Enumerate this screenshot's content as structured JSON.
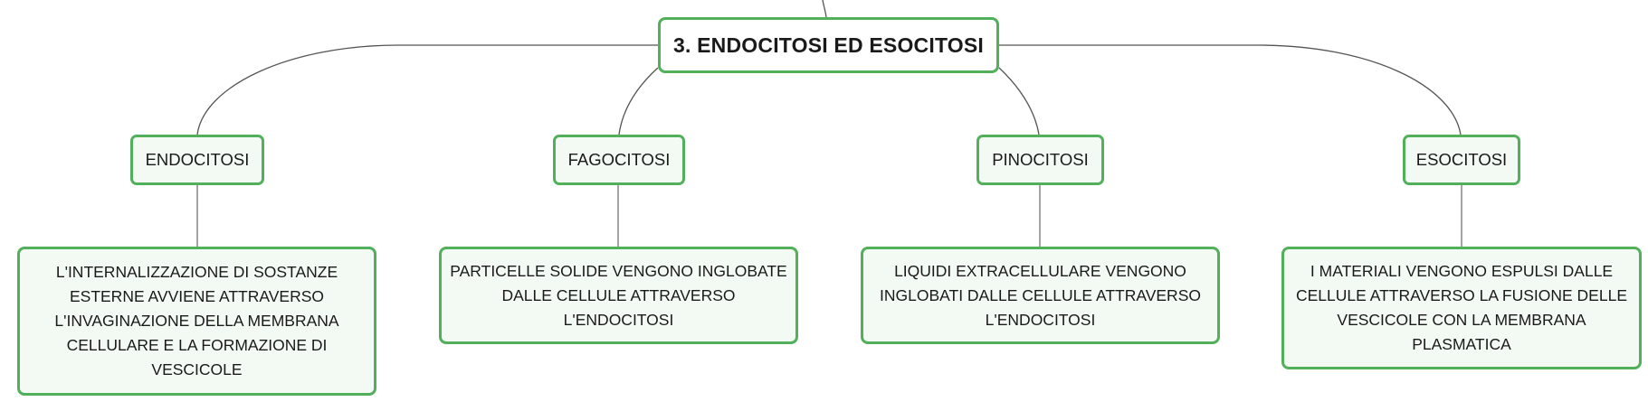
{
  "root": {
    "label": "3. ENDOCITOSI ED ESOCITOSI"
  },
  "topics": [
    {
      "id": "endocitosi",
      "label": "ENDOCITOSI",
      "detail": "L'INTERNALIZZAZIONE DI SOSTANZE ESTERNE AVVIENE ATTRAVERSO L'INVAGINAZIONE DELLA MEMBRANA CELLULARE E LA FORMAZIONE DI VESCICOLE"
    },
    {
      "id": "fagocitosi",
      "label": "FAGOCITOSI",
      "detail": "PARTICELLE SOLIDE VENGONO INGLOBATE DALLE CELLULE ATTRAVERSO L'ENDOCITOSI"
    },
    {
      "id": "pinocitosi",
      "label": "PINOCITOSI",
      "detail": "LIQUIDI EXTRACELLULARE VENGONO INGLOBATI DALLE CELLULE ATTRAVERSO L'ENDOCITOSI"
    },
    {
      "id": "esocitosi",
      "label": "ESOCITOSI",
      "detail": "I MATERIALI VENGONO ESPULSI DALLE CELLULE ATTRAVERSO LA FUSIONE DELLE VESCICOLE CON LA MEMBRANA PLASMATICA"
    }
  ],
  "colors": {
    "node_border": "#52b05a",
    "node_fill": "#f3faf4",
    "connector": "#555555"
  }
}
